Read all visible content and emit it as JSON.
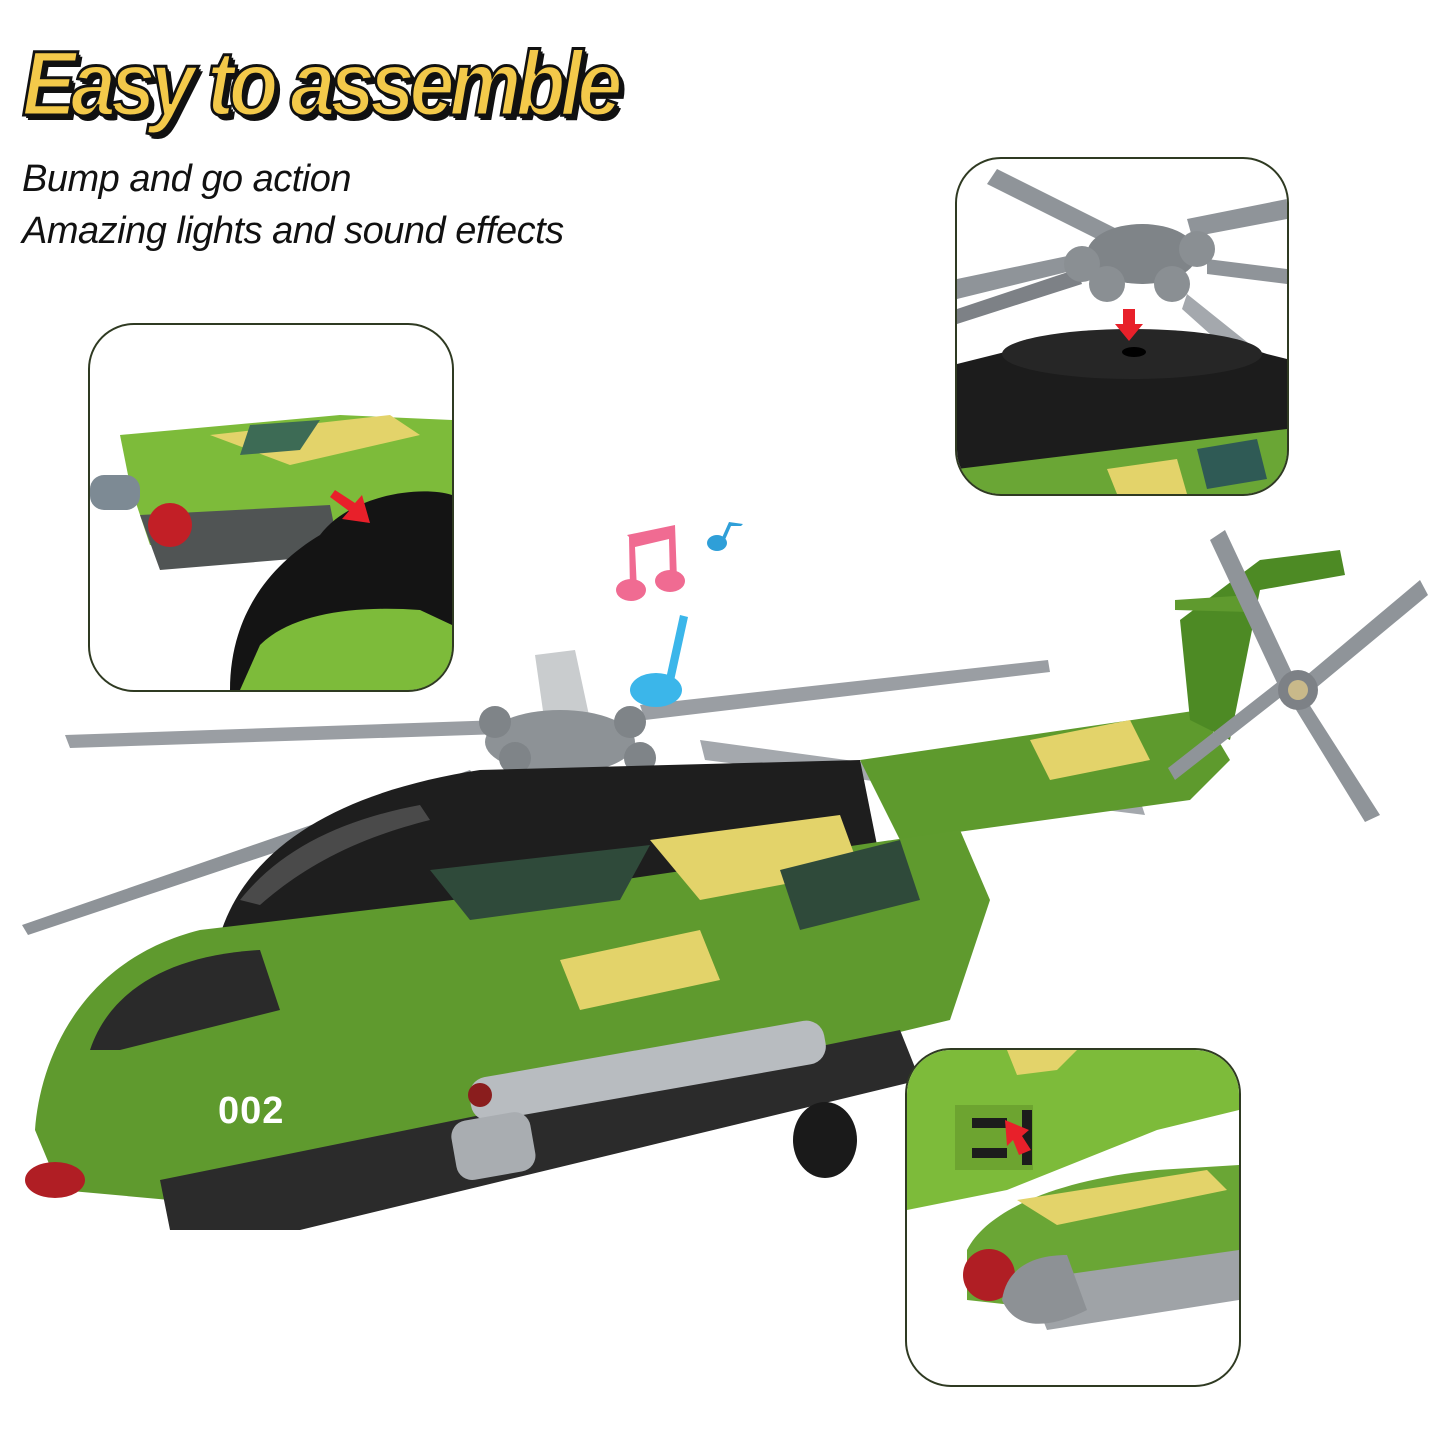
{
  "headline": "Easy to assemble",
  "features": [
    "Bump and go action",
    "Amazing lights and sound effects"
  ],
  "product": {
    "tail_number": "002",
    "description": "Green camouflage toy helicopter with grey rotor blades"
  },
  "insets": [
    {
      "name": "side-pod-attach",
      "arrow": "red-arrow-down-right"
    },
    {
      "name": "rotor-hub-attach",
      "arrow": "red-arrow-down"
    },
    {
      "name": "weapon-pod-slot",
      "arrow": "red-arrow-up-left"
    }
  ],
  "colors": {
    "headline_fill": "#f3c94a",
    "headline_outline": "#111111",
    "body_green": "#5f9a2e",
    "light_green": "#8cc63f",
    "camo_yellow": "#e3d36a",
    "camo_dark": "#2f4a3a",
    "rotor_grey": "#9a9ea3",
    "cockpit_black": "#1e1e1e",
    "arrow_red": "#e8202a",
    "note_pink": "#f06b92",
    "note_blue": "#3bb6ea",
    "inset_border": "#2f3a22"
  }
}
